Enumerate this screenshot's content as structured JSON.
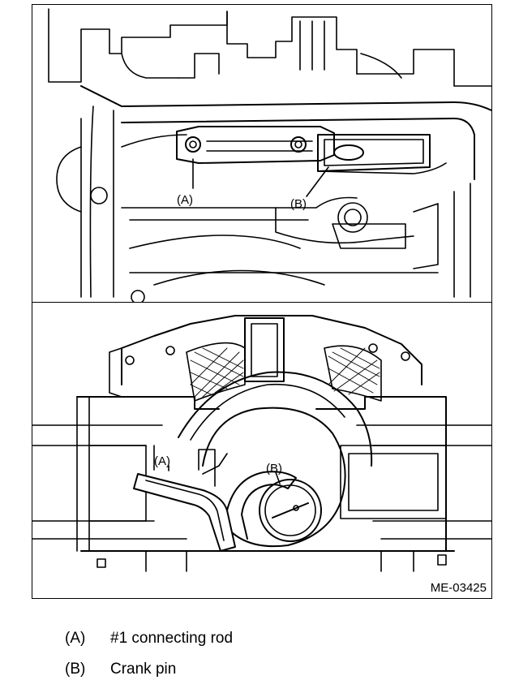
{
  "diagram": {
    "top_view": {
      "callout_a": "(A)",
      "callout_b": "(B)"
    },
    "bottom_view": {
      "callout_a": "(A)",
      "callout_b": "(B)"
    },
    "figure_code": "ME-03425"
  },
  "legend": [
    {
      "key": "(A)",
      "label": "#1 connecting rod"
    },
    {
      "key": "(B)",
      "label": "Crank pin"
    }
  ]
}
